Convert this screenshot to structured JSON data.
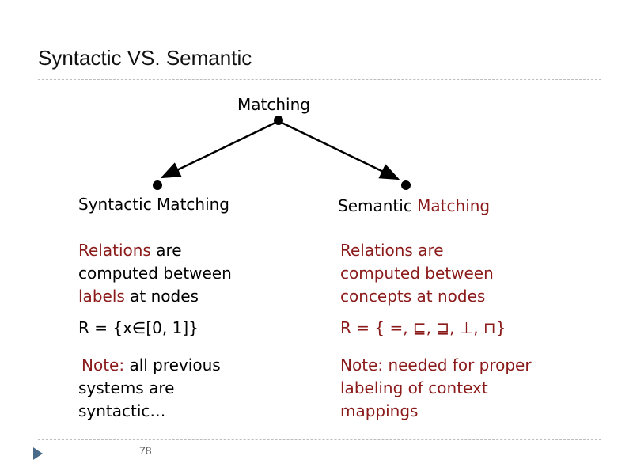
{
  "title": "Syntactic VS. Semantic",
  "root_label": "Matching",
  "left": {
    "heading": "Syntactic Matching",
    "rel_word": "Relations",
    "rel_rest1": " are",
    "rel_line2": "computed between",
    "rel_word2": "labels",
    "rel_rest3": " at nodes",
    "formula": "R = {x∈[0, 1]}",
    "note_word": "Note:",
    "note_rest1": " all previous",
    "note_line2": "systems are",
    "note_line3": "syntactic…"
  },
  "right": {
    "heading_part1": "Semantic",
    "heading_part2": " Matching",
    "rel_line1": "Relations are",
    "rel_line2": "computed between",
    "rel_word2": "concepts",
    "rel_rest3": " at nodes",
    "formula": "R = { =,  ⊑, ⊒, ⊥, ⊓}",
    "note_word": "Note:",
    "note_rest1": " needed for proper",
    "note_line2": "labeling of context",
    "note_line3": "mappings"
  },
  "page_number": "78",
  "colors": {
    "accent": "#8b1a1a",
    "rule": "#bdbdbd",
    "nav_arrow": "#4a6a8a"
  }
}
